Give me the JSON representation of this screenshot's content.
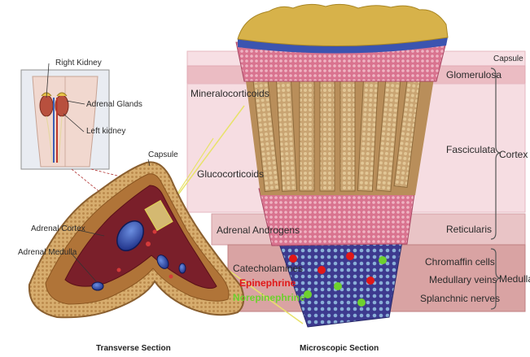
{
  "inset": {
    "right_kidney": "Right Kidney",
    "adrenal_glands": "Adrenal Glands",
    "left_kidney": "Left kidney"
  },
  "transverse": {
    "capsule": "Capsule",
    "adrenal_cortex": "Adrenal Cortex",
    "adrenal_medulla": "Adrenal Medulla",
    "caption": "Transverse Section"
  },
  "microscopic": {
    "caption": "Microscopic Section",
    "zones": {
      "capsule": "Capsule",
      "glomerulosa": "Glomerulosa",
      "fasciculata": "Fasciculata",
      "reticularis": "Reticularis",
      "chromaffin": "Chromaffin cells",
      "medullary_veins": "Medullary veins",
      "splanchnic": "Splanchnic nerves",
      "cortex": "Cortex",
      "medulla": "Medulla"
    },
    "hormones": {
      "mineralocorticoids": "Mineralocorticoids",
      "glucocorticoids": "Glucocorticoids",
      "androgens": "Adrenal Androgens",
      "catecholamines": "Catecholamines",
      "epinephrine": "Epinephrine",
      "norepinephrine": "Norepinephrine"
    }
  },
  "colors": {
    "capsule_band": "#f7dfe4",
    "glomerulosa_band": "#ebbcc3",
    "fasciculata_band": "#f6dde2",
    "reticularis_band": "#e9c4c6",
    "medulla_band": "#d9a3a3",
    "tissue_tan": "#c9a472",
    "tissue_pink": "#d9738f",
    "medulla_purple": "#3d3a8f",
    "epinephrine": "#e01818",
    "norepinephrine": "#6ed12e",
    "gold": "#c8a33a"
  }
}
